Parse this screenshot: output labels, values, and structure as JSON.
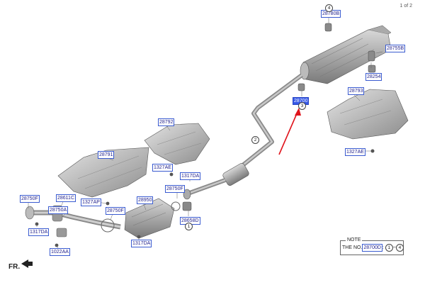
{
  "page_info": "1 of 2",
  "direction_label": "FR.",
  "callouts": {
    "c28780B": "28780B",
    "c28755B": "28755B",
    "c28254": "28254",
    "c28700": "28700",
    "c28793": "28793",
    "c1327AE_r": "1327AE",
    "c28792": "28792",
    "c28791": "28791",
    "c1327AE_m": "1327AE",
    "c1317DA_m": "1317DA",
    "c28750F_m": "28750F",
    "c28658D": "28658D",
    "c28750F_l": "28750F",
    "c28611C": "28611C",
    "c28750A": "28750A",
    "c1327AP": "1327AP",
    "c28750F_c": "28750F",
    "c28950": "28950",
    "c1317DA_l": "1317DA",
    "c1022AA": "1022AA",
    "c1317DA_c": "1317DA"
  },
  "circles": {
    "n4": "4",
    "n3": "3",
    "n2": "2",
    "n1": "1"
  },
  "note": {
    "title": "NOTE",
    "prefix": "THE NO.",
    "part": "28700D",
    "mid": ":",
    "from": "1",
    "sep": "~",
    "to": "4"
  },
  "colors": {
    "label_border": "#3a5bd0",
    "label_text": "#1f1f8c",
    "selected_fill": "#3557e6",
    "pointer_arrow": "#e0141c",
    "part_gray": "#9a9a9a"
  }
}
